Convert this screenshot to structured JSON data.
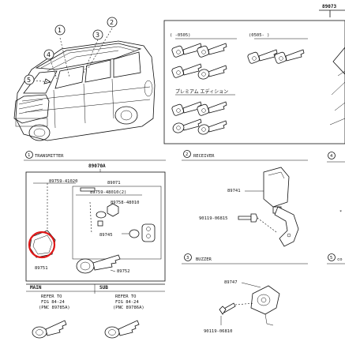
{
  "diagram": {
    "page_code": "89073",
    "vehicle_callouts": [
      "1",
      "2",
      "3",
      "4",
      "5"
    ],
    "keys_panel": {
      "range_left": "( -0505)",
      "range_right": "(0505- )",
      "premium_label": "プレミアム エディション"
    },
    "sections": {
      "transmitter": {
        "marker": "1",
        "title": "TRANSMITTER",
        "assembly": "89070A",
        "parts": {
          "p1": "89759-41020",
          "p2": "89071",
          "p3": "89759-48010(2)",
          "p4": "89758-48010",
          "p5": "89745",
          "p6": "89751",
          "p7": "89752"
        }
      },
      "receiver": {
        "marker": "2",
        "title": "RECEIVER",
        "parts": {
          "p1": "89741",
          "p2": "90119-06815"
        }
      },
      "buzzer": {
        "marker": "3",
        "title": "BUZZER",
        "parts": {
          "p1": "89747",
          "p2": "90119-06810"
        }
      },
      "right_cut_markers": [
        "4",
        "5"
      ]
    },
    "key_refs": {
      "main": {
        "title": "MAIN",
        "refer_to": "REFER TO",
        "fig": "FIG 84-24",
        "code": "(PNC 89785A)"
      },
      "sub": {
        "title": "SUB",
        "refer_to": "REFER TO",
        "fig": "FIG 84-24",
        "code": "(PNC 89786A)"
      }
    }
  }
}
